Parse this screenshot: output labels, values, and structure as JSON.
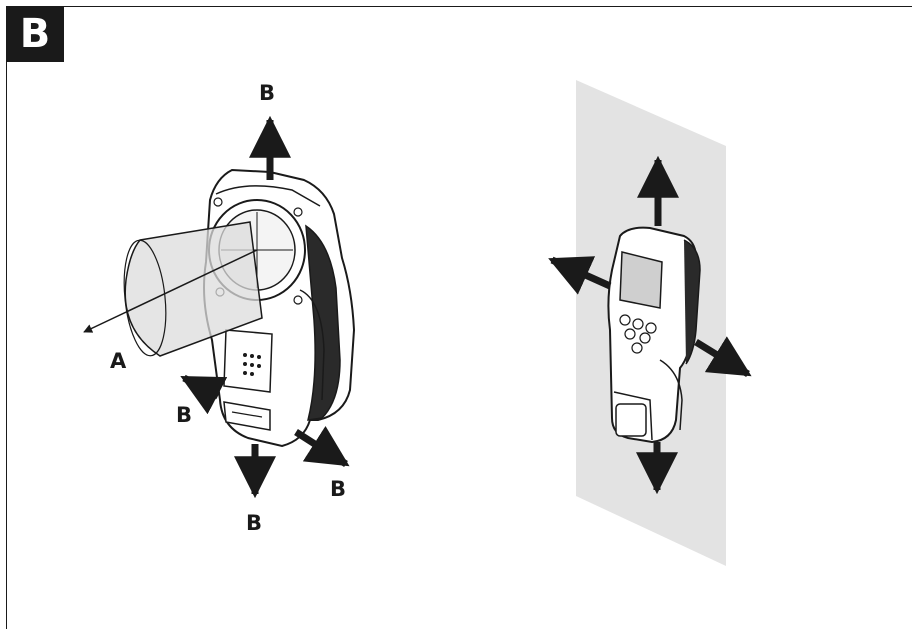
{
  "figure": {
    "tag": "B"
  },
  "left_device": {
    "label_a": "A",
    "label_b_top": "B",
    "label_b_left": "B",
    "label_b_right": "B",
    "label_b_bottom": "B"
  },
  "colors": {
    "ink": "#1a1a1a",
    "wall": "#e3e3e3",
    "cone": "#dcdcdc",
    "screen": "#cfcfcf"
  }
}
